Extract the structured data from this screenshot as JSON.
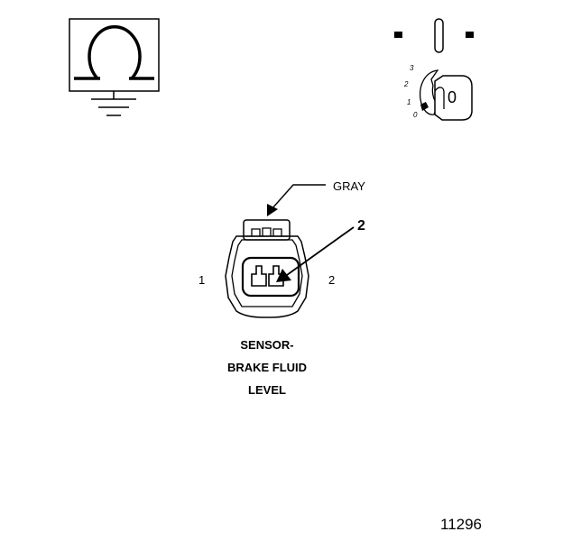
{
  "diagram": {
    "connector_color_label": "GRAY",
    "callout_number": "2",
    "pin_labels": [
      "1",
      "2"
    ],
    "caption_lines": [
      "SENSOR-",
      "BRAKE FLUID",
      "LEVEL"
    ],
    "ignition_positions": [
      "3",
      "2",
      "1",
      "0"
    ],
    "ignition_key_label": "0",
    "figure_number": "11296"
  },
  "icons": {
    "ohmmeter": "ohm-symbol-ground-icon",
    "ignition_off": "ignition-key-off-icon",
    "connector": "two-pin-connector-icon"
  }
}
